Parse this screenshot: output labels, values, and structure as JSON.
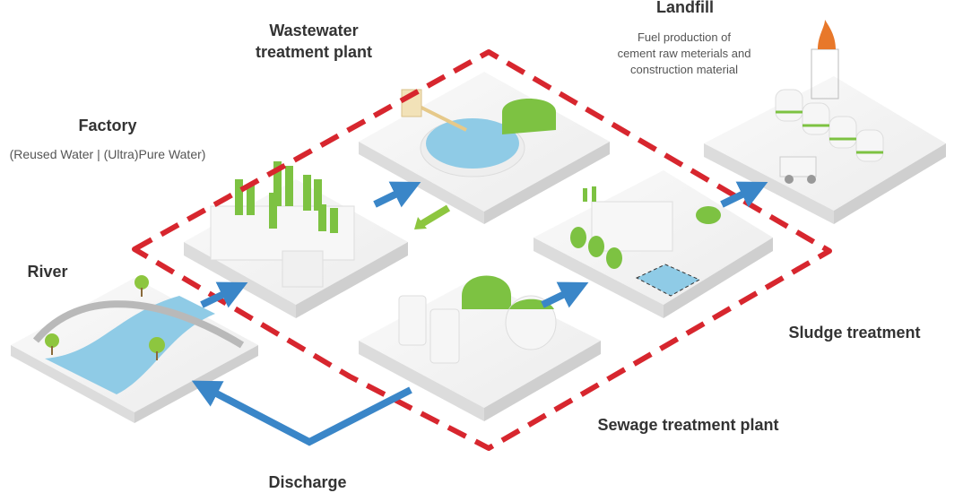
{
  "labels": {
    "wastewater": [
      "Wastewater",
      "treatment plant"
    ],
    "landfill": "Landfill",
    "landfill_note": [
      "Fuel production of",
      "cement raw meterials and",
      "construction material"
    ],
    "factory": "Factory",
    "factory_note": "(Reused Water | (Ultra)Pure Water)",
    "river": "River",
    "sludge": "Sludge treatment",
    "sewage": "Sewage treatment plant",
    "discharge": "Discharge"
  },
  "colors": {
    "loop_dash": "#d7262e",
    "flow_arrow": "#3a86c8",
    "recycle_arrow": "#8dc63f",
    "tank_green": "#7dc242",
    "water": "#8fcbe6",
    "platform": "#f2f2f2",
    "flame": "#e8782a"
  },
  "icons": {
    "loop": "dashed-loop",
    "flow": "blue-arrow",
    "recycle": "green-arrow"
  }
}
